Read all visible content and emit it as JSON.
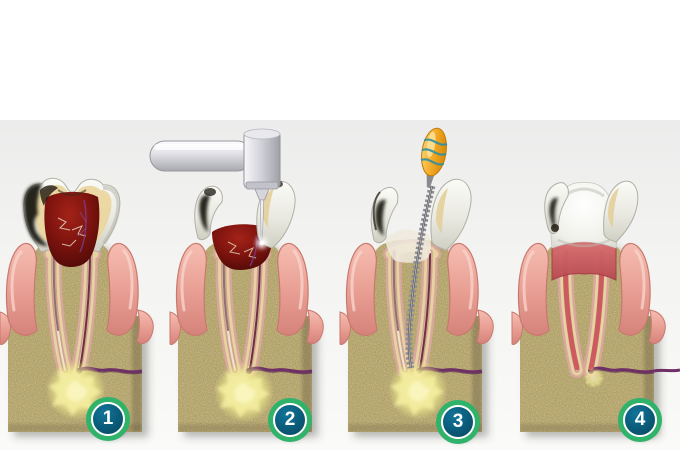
{
  "page": {
    "background": "#ffffff",
    "band_top_color": "#ececec",
    "band_bottom_color": "#fafaf9"
  },
  "illustration": {
    "type": "dental-root-canal-treatment-stages",
    "steps": [
      {
        "number": "1",
        "name": "infected-tooth-with-abscess"
      },
      {
        "number": "2",
        "name": "drill-access-opening"
      },
      {
        "number": "3",
        "name": "file-cleaning-root-canal"
      },
      {
        "number": "4",
        "name": "canals-filled-tooth-sealed"
      }
    ],
    "badge": {
      "ring_color": "#2fb26a",
      "fill_color": "#0a5a78",
      "number_color": "#ffffff"
    },
    "palette": {
      "bone": "#b3a164",
      "gum": "#e89d92",
      "enamel": "#e9e9e1",
      "dentin": "#ead69f",
      "infected_pulp": "#7c130e",
      "pink_filling": "#cc5b60",
      "abscess": "#f4eea2",
      "vessel": "#6e2f66",
      "drill_metal": "#c9c9d0",
      "file_handle_orange": "#f2a825",
      "file_handle_rings": "#2f8fa0"
    }
  }
}
